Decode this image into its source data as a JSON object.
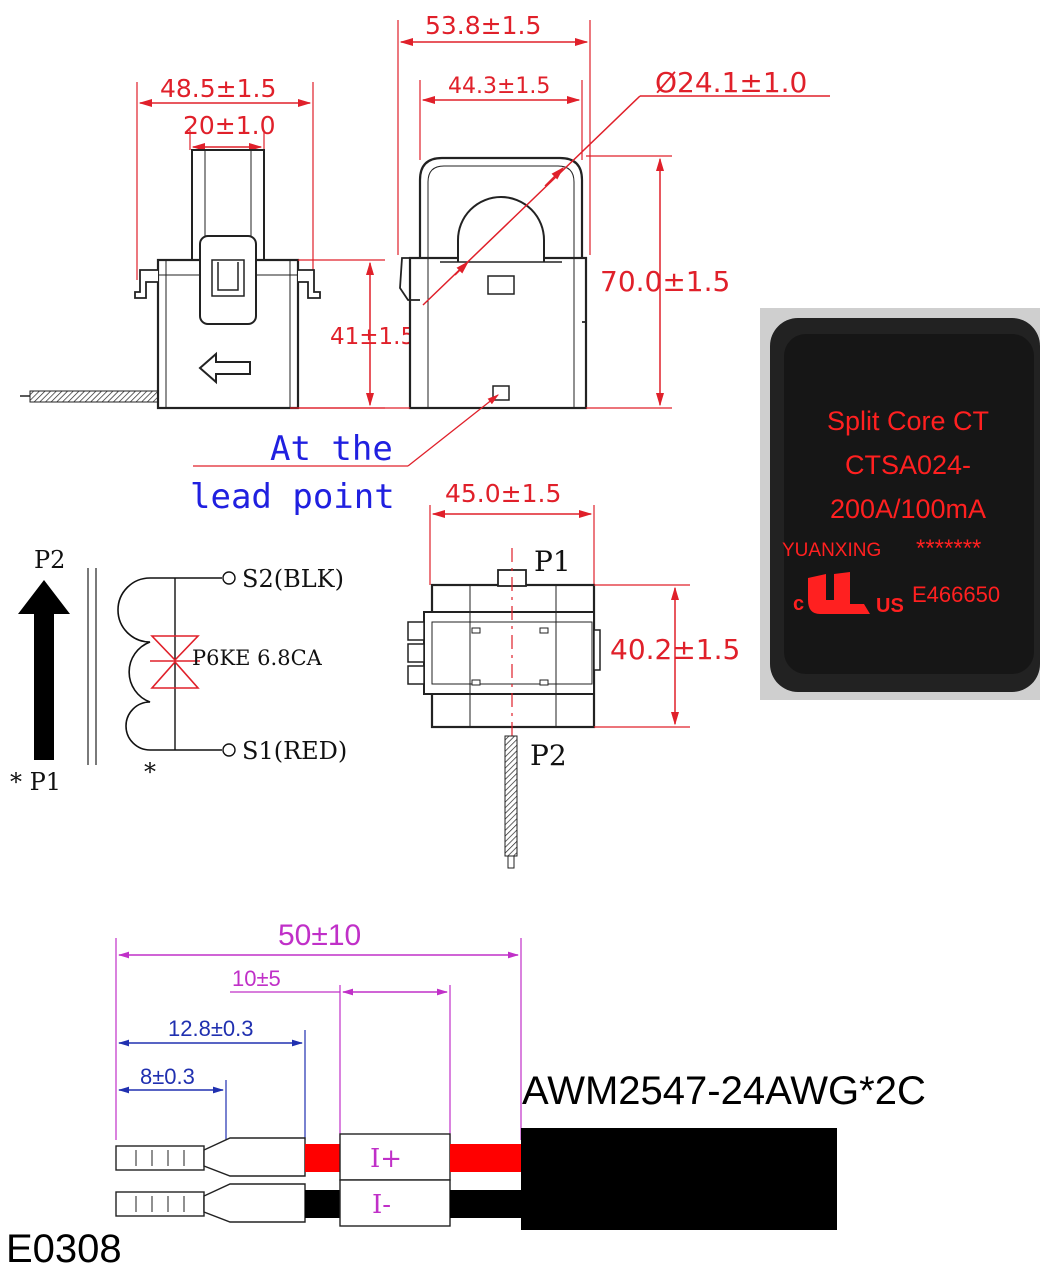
{
  "views": {
    "side": {
      "dim_width": "48.5±1.5",
      "dim_clip": "20±1.0",
      "dim_height": "41±1.5"
    },
    "front": {
      "dim_total_width": "53.8±1.5",
      "dim_body_width": "44.3±1.5",
      "dim_hole": "Ø24.1±1.0",
      "dim_height": "70.0±1.5",
      "callout_line1": "At the",
      "callout_line2": "lead point"
    },
    "top": {
      "dim_width": "45.0±1.5",
      "dim_depth": "40.2±1.5",
      "label_p1": "P1",
      "label_p2": "P2"
    }
  },
  "schematic": {
    "arrow_top": "P2",
    "arrow_bottom": "* P1",
    "polarity_mark": "*",
    "terminal_s2": "S2(BLK)",
    "terminal_s1": "S1(RED)",
    "diode": "P6KE 6.8CA"
  },
  "photo_label": {
    "line1": "Split Core CT",
    "line2": "CTSA024-",
    "line3": "200A/100mA",
    "brand": "YUANXING",
    "stars": "*******",
    "cert_c": "c",
    "cert_us": "US",
    "cert_no": "E466650"
  },
  "cable": {
    "dim_total": "50±10",
    "dim_sleeve": "10±5",
    "dim_ferrule": "12.8±0.3",
    "dim_strip": "8±0.3",
    "spec": "AWM2547-24AWG*2C",
    "lead_pos": "I+",
    "lead_neg": "I-"
  },
  "code": "E0308",
  "colors": {
    "dimension": "#e0202a",
    "magenta_dim": "#c030c8",
    "blue_dim": "#2030b0",
    "callout": "#2020e0",
    "wire_red": "#ff0000",
    "cable_black": "#000000",
    "label_red": "#ff2020"
  }
}
